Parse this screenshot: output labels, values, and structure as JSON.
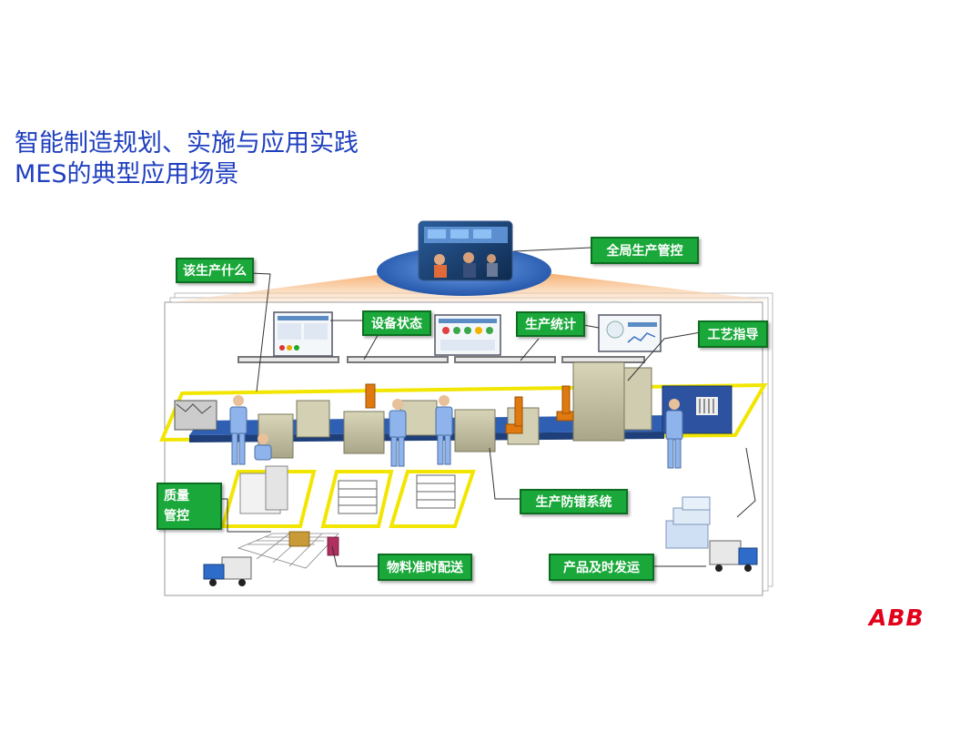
{
  "slide": {
    "title_line1": "智能制造规划、实施与应用实践",
    "title_line2": "MES的典型应用场景",
    "brand_logo_text": "ABB"
  },
  "callouts": {
    "what_to_produce": "该生产什么",
    "global_control": "全局生产管控",
    "equipment_status": "设备状态",
    "production_stats": "生产统计",
    "process_guidance": "工艺指导",
    "quality_control_line1": "质量",
    "quality_control_line2": "管控",
    "error_proofing": "生产防错系统",
    "jit_delivery": "物料准时配送",
    "timely_shipping": "产品及时发运"
  },
  "colors": {
    "title": "#1f3fbf",
    "callout_bg": "#1aa83a",
    "callout_border": "#0d6e22",
    "floor_zone_outline": "#f2e600",
    "conveyor": "#2f5fb3",
    "brand": "#e2001a"
  }
}
